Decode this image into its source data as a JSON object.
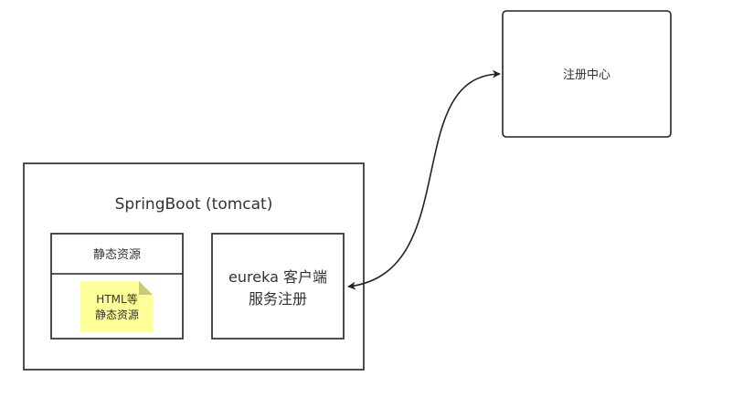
{
  "registry": {
    "label": "注册中心"
  },
  "springboot": {
    "title": "SpringBoot (tomcat)",
    "static_panel": {
      "header": "静态资源",
      "note_line1": "HTML等",
      "note_line2": "静态资源"
    },
    "eureka_panel": {
      "line1": "eureka 客户端",
      "line2": "服务注册"
    }
  },
  "colors": {
    "stroke": "#222222",
    "note_fill": "#ffff99",
    "note_fold": "#c9c97a",
    "text": "#333333"
  }
}
